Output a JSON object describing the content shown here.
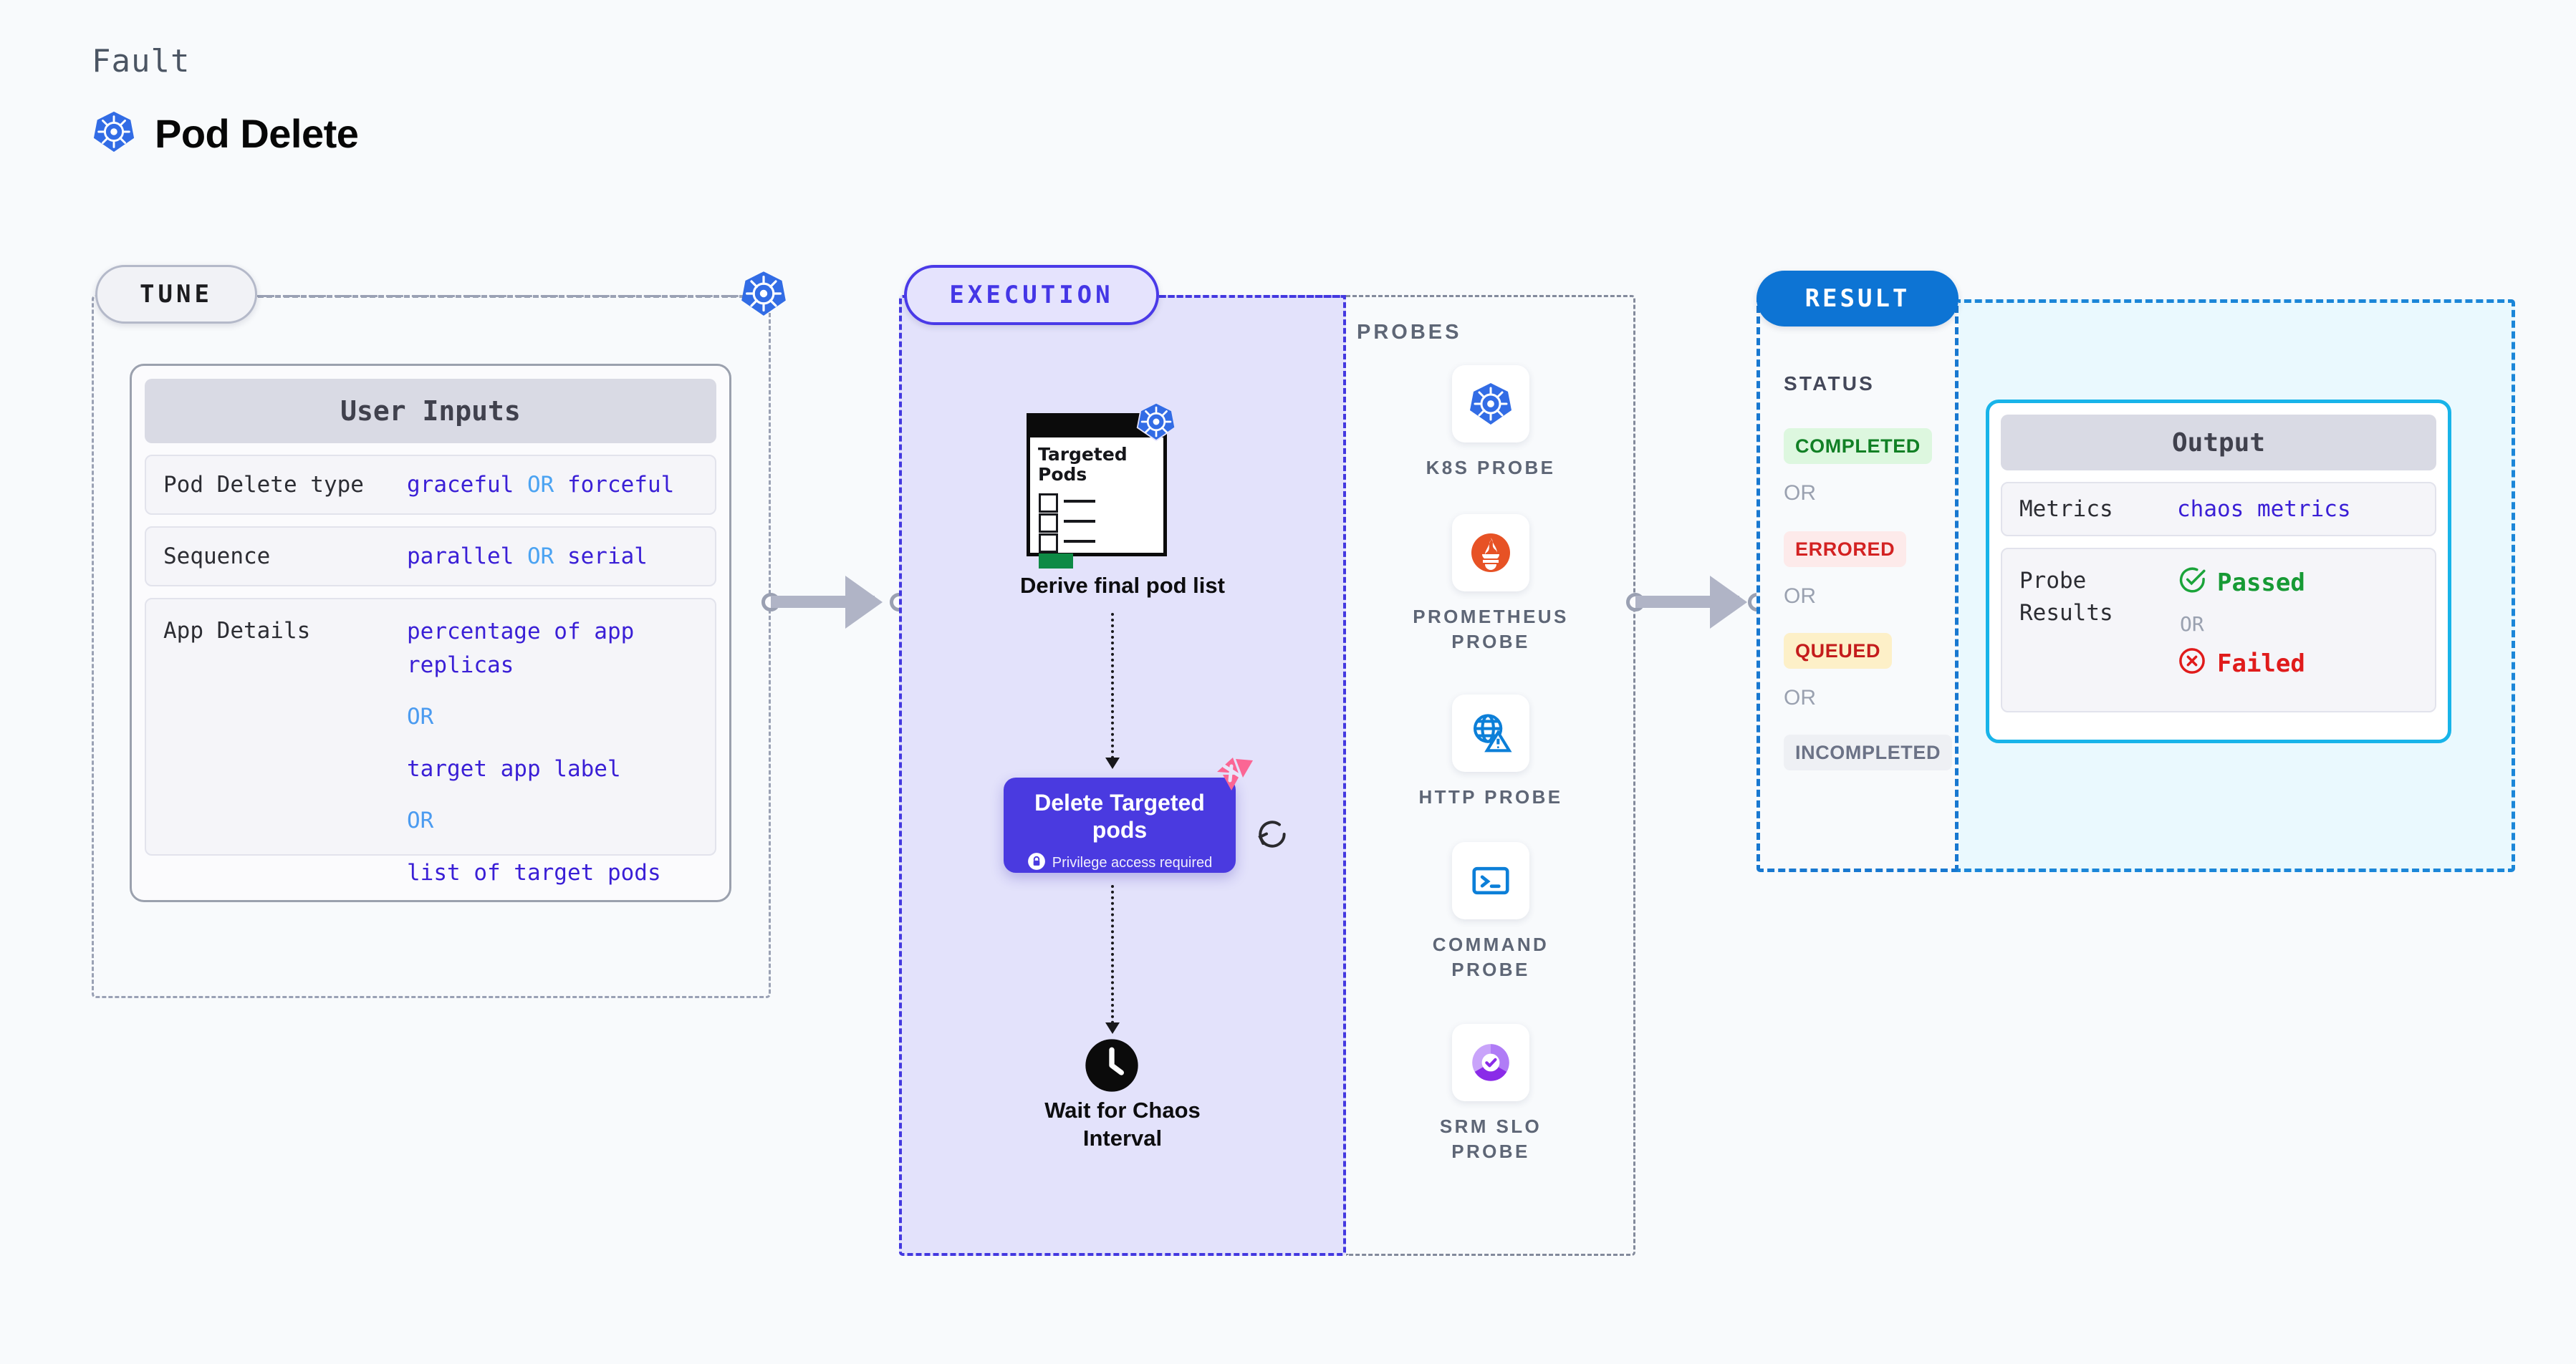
{
  "header": {
    "eyebrow": "Fault",
    "title": "Pod Delete",
    "icon": "kubernetes-icon"
  },
  "tune": {
    "pill_label": "TUNE",
    "card_title": "User Inputs",
    "badge_icon": "kubernetes-icon",
    "rows": [
      {
        "key": "Pod Delete type",
        "values": [
          "graceful",
          "forceful"
        ],
        "separator": "OR",
        "inline": true
      },
      {
        "key": "Sequence",
        "values": [
          "parallel",
          "serial"
        ],
        "separator": "OR",
        "inline": true
      },
      {
        "key": "App Details",
        "values": [
          "percentage of app replicas",
          "target app label",
          "list of target pods"
        ],
        "separator": "OR",
        "inline": false
      }
    ]
  },
  "execution": {
    "pill_label": "EXECUTION",
    "pods_card": {
      "title_line1": "Targeted",
      "title_line2": "Pods",
      "badge_icon": "kubernetes-icon",
      "checkbox_count": 3
    },
    "derive_label": "Derive final pod list",
    "delete_node": {
      "title_line1": "Delete Targeted",
      "title_line2": "pods",
      "privilege_text": "Privilege access required",
      "privilege_icon": "lock-icon",
      "corner_icon": "chaos-ribbon-icon",
      "retry_icon": "refresh-icon",
      "color": "#4a3ae0"
    },
    "wait_node": {
      "icon": "clock-icon",
      "label_line1": "Wait for Chaos",
      "label_line2": "Interval"
    }
  },
  "probes": {
    "section_label": "PROBES",
    "items": [
      {
        "label_line1": "K8S PROBE",
        "label_line2": "",
        "icon": "kubernetes-icon"
      },
      {
        "label_line1": "PROMETHEUS",
        "label_line2": "PROBE",
        "icon": "prometheus-icon"
      },
      {
        "label_line1": "HTTP PROBE",
        "label_line2": "",
        "icon": "http-globe-warning-icon"
      },
      {
        "label_line1": "COMMAND",
        "label_line2": "PROBE",
        "icon": "terminal-icon"
      },
      {
        "label_line1": "SRM SLO",
        "label_line2": "PROBE",
        "icon": "srm-slo-donut-icon"
      }
    ]
  },
  "result": {
    "pill_label": "RESULT",
    "status_label": "STATUS",
    "separator": "OR",
    "statuses": [
      {
        "label": "COMPLETED",
        "bg": "#ddf7df",
        "fg": "#118025"
      },
      {
        "label": "ERRORED",
        "bg": "#fdeaea",
        "fg": "#d32222"
      },
      {
        "label": "QUEUED",
        "bg": "#fdf0c8",
        "fg": "#c41c1c"
      },
      {
        "label": "INCOMPLETED",
        "bg": "#eef0f4",
        "fg": "#6b7286"
      }
    ],
    "output": {
      "card_title": "Output",
      "metrics_key": "Metrics",
      "metrics_value": "chaos metrics",
      "probe_key_line1": "Probe",
      "probe_key_line2": "Results",
      "passed_label": "Passed",
      "passed_icon": "check-circle-icon",
      "failed_label": "Failed",
      "failed_icon": "x-circle-icon",
      "separator": "OR"
    }
  },
  "colors": {
    "execution_accent": "#4338e0",
    "result_accent": "#0d74d4",
    "output_accent": "#18b4e9",
    "value_text": "#3a1fd6",
    "or_text": "#4ba3f2"
  }
}
